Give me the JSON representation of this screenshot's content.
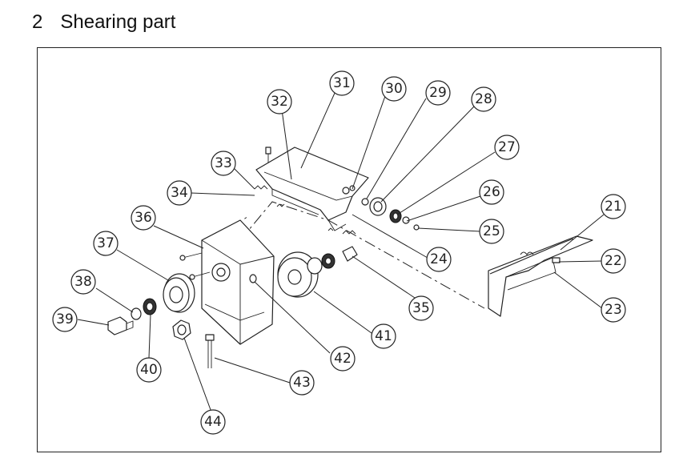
{
  "heading": {
    "number": "2",
    "title": "Shearing part"
  },
  "callouts": [
    "21",
    "22",
    "23",
    "24",
    "25",
    "26",
    "27",
    "28",
    "29",
    "30",
    "31",
    "32",
    "33",
    "34",
    "35",
    "36",
    "37",
    "38",
    "39",
    "40",
    "41",
    "42",
    "43",
    "44"
  ]
}
